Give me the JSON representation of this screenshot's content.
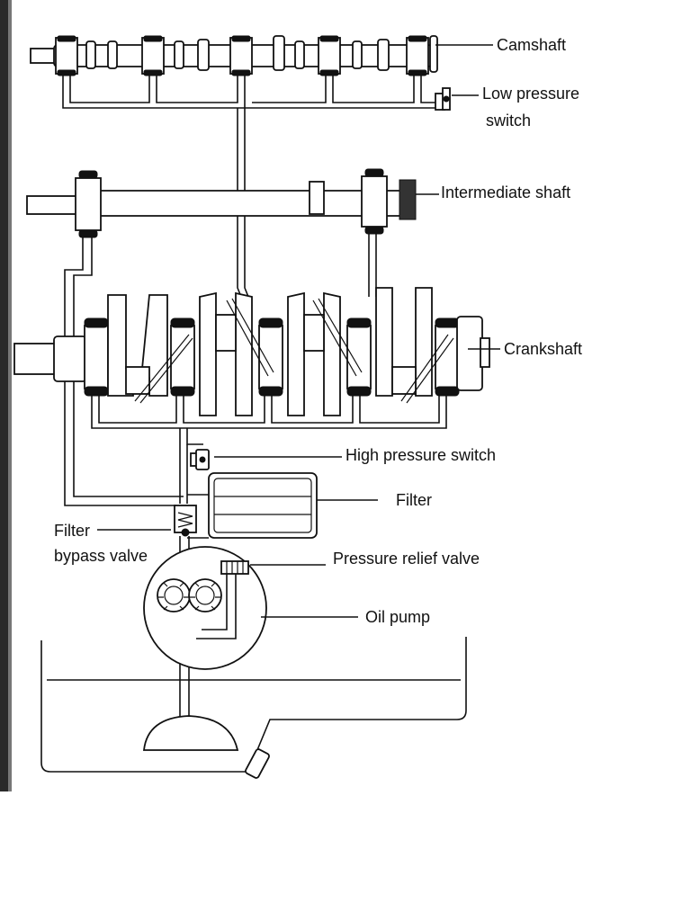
{
  "labels": {
    "camshaft": "Camshaft",
    "low_pressure_switch_1": "Low pressure",
    "low_pressure_switch_2": "switch",
    "intermediate_shaft": "Intermediate shaft",
    "crankshaft": "Crankshaft",
    "high_pressure_switch": "High pressure switch",
    "filter": "Filter",
    "filter_bypass_valve_1": "Filter",
    "filter_bypass_valve_2": "bypass valve",
    "pressure_relief_valve": "Pressure relief valve",
    "oil_pump": "Oil pump"
  }
}
